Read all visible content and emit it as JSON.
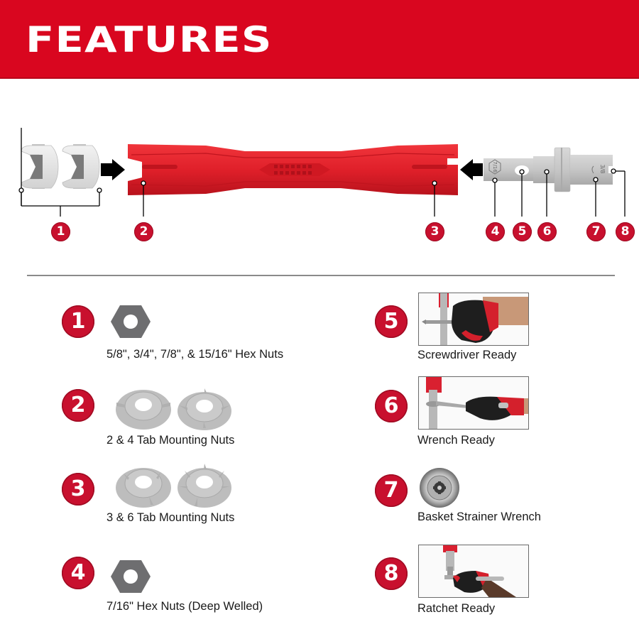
{
  "header": {
    "title": "FEATURES",
    "background_color": "#d9061f"
  },
  "diagram": {
    "callouts": [
      "1",
      "2",
      "3",
      "4",
      "5",
      "6",
      "7",
      "8"
    ],
    "tool_color": "#e0202a",
    "socket_color": "#c9c9c9",
    "arrow_color": "#000000",
    "socket_engravings": {
      "hex_size": "7/16",
      "end_size": "3/8"
    }
  },
  "features": [
    {
      "number": "1",
      "label": "5/8\", 3/4\", 7/8\", & 15/16\" Hex Nuts",
      "icon": "hex-nut-icon"
    },
    {
      "number": "2",
      "label": "2 & 4 Tab Mounting Nuts",
      "icon": "tab-mounting-nuts-icon"
    },
    {
      "number": "3",
      "label": "3 & 6 Tab Mounting Nuts",
      "icon": "tab-mounting-nuts-icon"
    },
    {
      "number": "4",
      "label": "7/16\" Hex Nuts (Deep Welled)",
      "icon": "hex-nut-icon"
    },
    {
      "number": "5",
      "label": "Screwdriver Ready",
      "icon": "screwdriver-photo"
    },
    {
      "number": "6",
      "label": "Wrench Ready",
      "icon": "wrench-photo"
    },
    {
      "number": "7",
      "label": "Basket Strainer Wrench",
      "icon": "basket-strainer-icon"
    },
    {
      "number": "8",
      "label": "Ratchet Ready",
      "icon": "ratchet-photo"
    }
  ],
  "colors": {
    "badge": "#c8102e",
    "divider": "#8a8a8a",
    "nut_gray": "#6e6e70",
    "tab_nut_gray": "#bdbdbd"
  }
}
